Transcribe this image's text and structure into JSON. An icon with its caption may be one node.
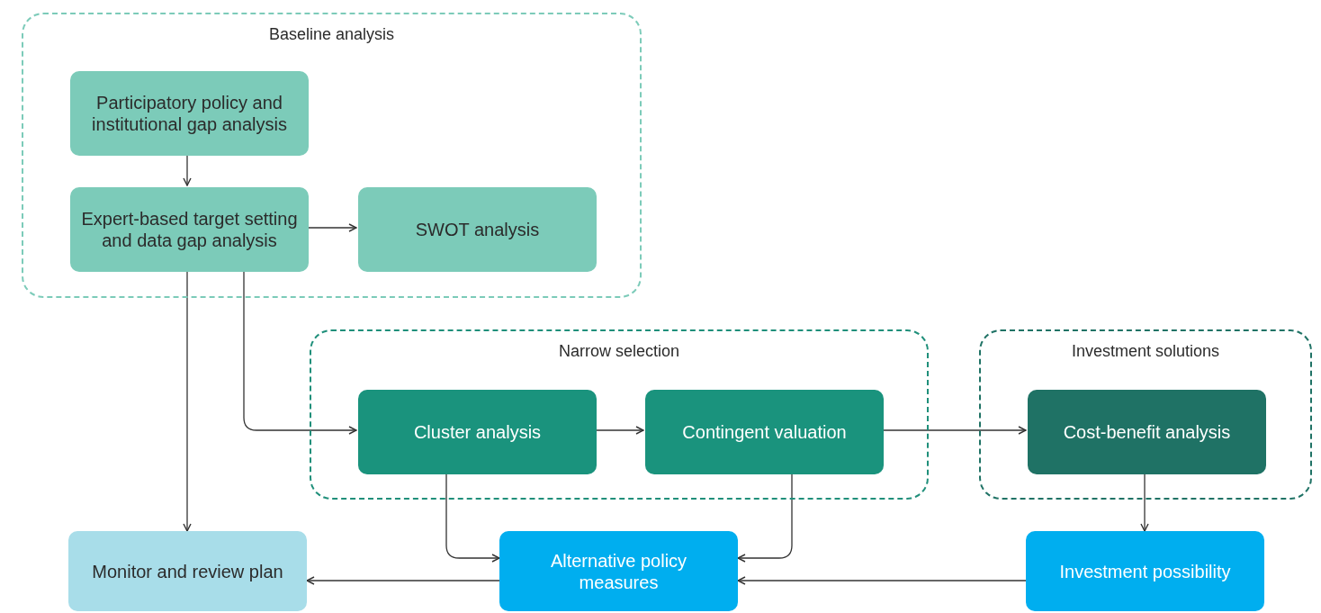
{
  "diagram": {
    "nodes": [
      {
        "text": [
          "Baseline analysis"
        ]
      },
      {
        "text": [
          "Participatory policy and institutional gap analysis"
        ],
        "in": 0
      },
      {
        "text": [
          "Expert-based target setting and data gap analysis"
        ],
        "in": 0
      },
      {
        "text": [
          "SWOT analysis"
        ],
        "in": 0
      },
      {
        "text": [
          "Narrow selection"
        ]
      },
      {
        "text": [
          "Cluster analysis"
        ],
        "in": 4
      },
      {
        "text": [
          "Contingent valuation"
        ],
        "in": 4
      },
      {
        "text": [
          "Investment solutions"
        ]
      },
      {
        "text": [
          "Cost-benefit analysis"
        ],
        "in": 7
      },
      {
        "text": [
          "Monitor and review plan"
        ]
      },
      {
        "text": [
          "Alternative policy measures"
        ]
      },
      {
        "text": [
          "Investment possibility"
        ]
      }
    ],
    "edges": [
      {
        "from": 1,
        "to": 2,
        "arrow": "to"
      },
      {
        "from": 2,
        "to": 3,
        "arrow": "to"
      },
      {
        "from": 2,
        "to": 9,
        "arrow": "to"
      },
      {
        "from": 2,
        "to": 5,
        "arrow": "to"
      },
      {
        "from": 5,
        "to": 6,
        "arrow": "to"
      },
      {
        "from": 6,
        "to": 8,
        "arrow": "to"
      },
      {
        "from": 8,
        "to": 11,
        "arrow": "to"
      },
      {
        "from": 5,
        "to": 10,
        "arrow": "to"
      },
      {
        "from": 6,
        "to": 10,
        "arrow": "to"
      },
      {
        "from": 11,
        "to": 10,
        "arrow": "to"
      },
      {
        "from": 10,
        "to": 9,
        "arrow": "to"
      }
    ]
  }
}
